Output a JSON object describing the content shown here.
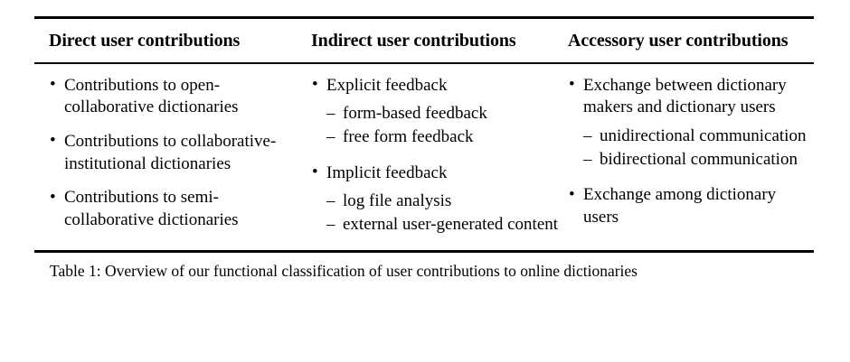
{
  "figure": {
    "columns": [
      {
        "header": "Direct user contributions",
        "items": [
          {
            "text": "Contributions to open-collaborative dictionaries",
            "subitems": []
          },
          {
            "text": "Contributions to collaborative-institutional dictionaries",
            "subitems": []
          },
          {
            "text": "Contributions to semi-collaborative dictionaries",
            "subitems": []
          }
        ]
      },
      {
        "header": "Indirect user contributions",
        "items": [
          {
            "text": "Explicit feedback",
            "subitems": [
              "form-based feedback",
              "free form feedback"
            ]
          },
          {
            "text": "Implicit feedback",
            "subitems": [
              "log file analysis",
              "external user-generated content"
            ]
          }
        ]
      },
      {
        "header": "Accessory user contributions",
        "items": [
          {
            "text": "Exchange between dictionary makers and dictionary users",
            "subitems": [
              "unidirectional communication",
              "bidirectional communication"
            ]
          },
          {
            "text": "Exchange among dictionary users",
            "subitems": []
          }
        ]
      }
    ],
    "bullet_glyph": "•",
    "dash_glyph": "–",
    "caption": "Table 1: Overview of our functional classification of user contributions to online dictionaries"
  }
}
